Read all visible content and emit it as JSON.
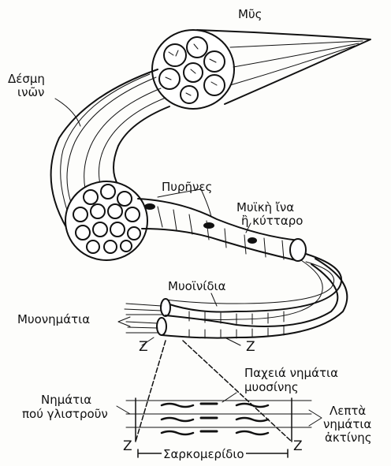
{
  "labels": {
    "muscle": "Μῦς",
    "bundle_line1": "Δέσμη",
    "bundle_line2": "ινῶν",
    "nuclei": "Πυρῆνες",
    "fiber_line1": "Μυϊκὴ ἴνα",
    "fiber_line2": "ἢ κύτταρο",
    "myofibrils": "Μυοϊνίδια",
    "myofilaments": "Μυονημάτια",
    "z1": "Z",
    "z2": "Z",
    "thick_line1": "Παχειά νημάτια",
    "thick_line2": "μυοσίνης",
    "sliding_line1": "Νημάτια",
    "sliding_line2": "πού γλιστροῦν",
    "thin_line1": "Λεπτὰ",
    "thin_line2": "νημάτια",
    "thin_line3": "ἀκτίνης",
    "z3": "Z",
    "z4": "Z",
    "sarcomere": "Σαρκομερίδιο"
  },
  "colors": {
    "ink": "#111111",
    "paper": "#fdfdfb"
  }
}
